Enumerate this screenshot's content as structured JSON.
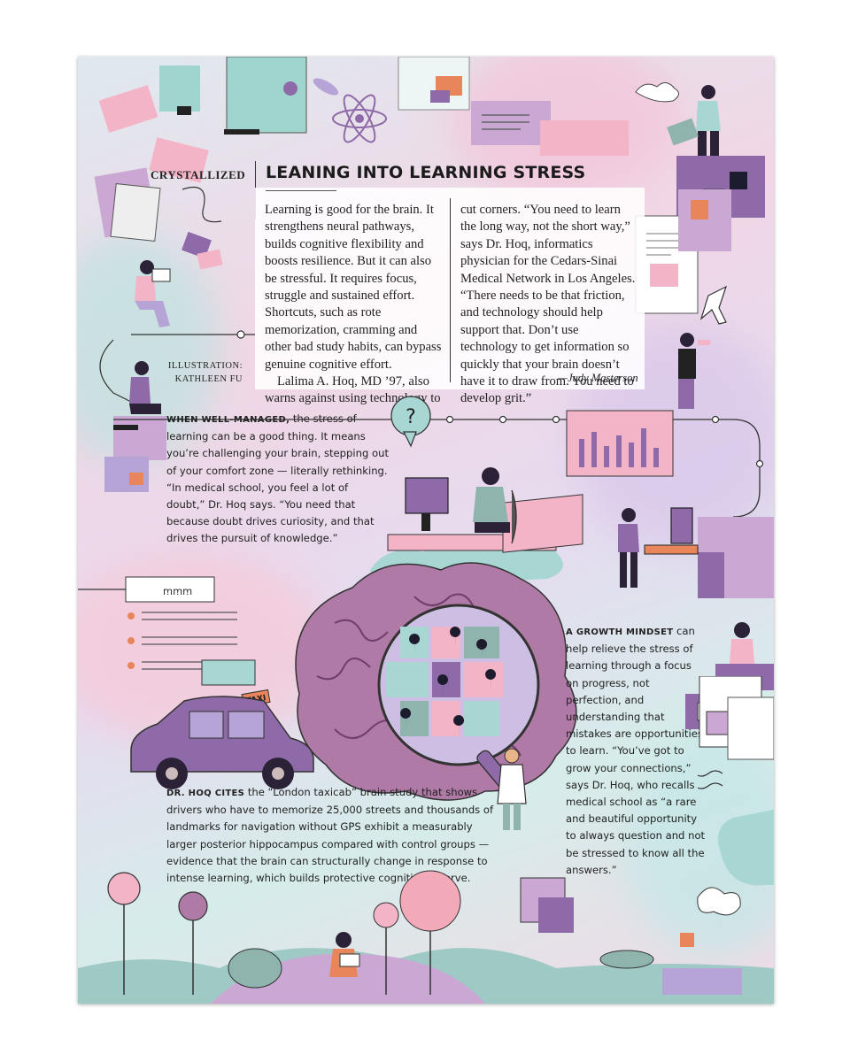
{
  "department": "CRYSTALLIZED",
  "title": "LEANING INTO LEARNING STRESS",
  "credit": {
    "line1": "ILLUSTRATION:",
    "line2": "KATHLEEN FU"
  },
  "body": {
    "col1": "Learning is good for the brain. It strengthens neural pathways, builds cognitive flexibility and boosts resilience. But it can also be stressful. It requires focus, struggle and sustained effort. Shortcuts, such as rote memorization, cramming and other bad study habits, can bypass genuine cognitive effort.",
    "col1_para2": "Lalima A. Hoq, MD ’97, also warns against using technology to",
    "col2": "cut corners. “You need to learn the long way, not the short way,” says Dr. Hoq, informatics physician for the Cedars-Sinai Medical Network in Los Angeles. “There needs to be that friction, and technology should help support that. Don’t use technology to get information so quickly that your brain doesn’t have it to draw from. You need to develop grit.”",
    "signature": "—Judy Masterson"
  },
  "sidebars": {
    "well_managed": {
      "lead": "WHEN WELL-MANAGED,",
      "text": "the stress of learning can be a good thing. It means you’re challenging your brain, stepping out of your comfort zone — literally rethinking. “In medical school, you feel a lot of doubt,” Dr. Hoq says. “You need that because doubt drives curiosity, and that drives the pursuit of knowledge.”"
    },
    "growth_mindset": {
      "lead": "A GROWTH MINDSET",
      "text": "can help relieve the stress of learning through a focus on progress, not perfection, and understanding that mistakes are opportunities to learn. “You’ve got to grow your connections,” says Dr. Hoq, who recalls medical school as “a rare and beautiful opportunity to always question and not be stressed to know all the answers.”"
    },
    "taxicab": {
      "lead": "DR. HOQ CITES",
      "text": "the “London taxicab” brain study that shows drivers who have to memorize 25,000 streets and thousands of landmarks for navigation without GPS exhibit a measurably larger posterior hippocampus compared with control groups — evidence that the brain can structurally change in response to intense learning, which builds protective cognitive reserve."
    }
  },
  "illustration": {
    "taxi_sign": "TAXI",
    "thought_bubble": "?",
    "whiteboard_scribble": "ꭑꭑꭑ",
    "colors": {
      "purple": "#8e6aa8",
      "brain": "#b07aa6",
      "pink": "#f2b4c6",
      "teal": "#a8d6d3",
      "orange": "#e8855a",
      "navy": "#1d1b2e"
    }
  }
}
